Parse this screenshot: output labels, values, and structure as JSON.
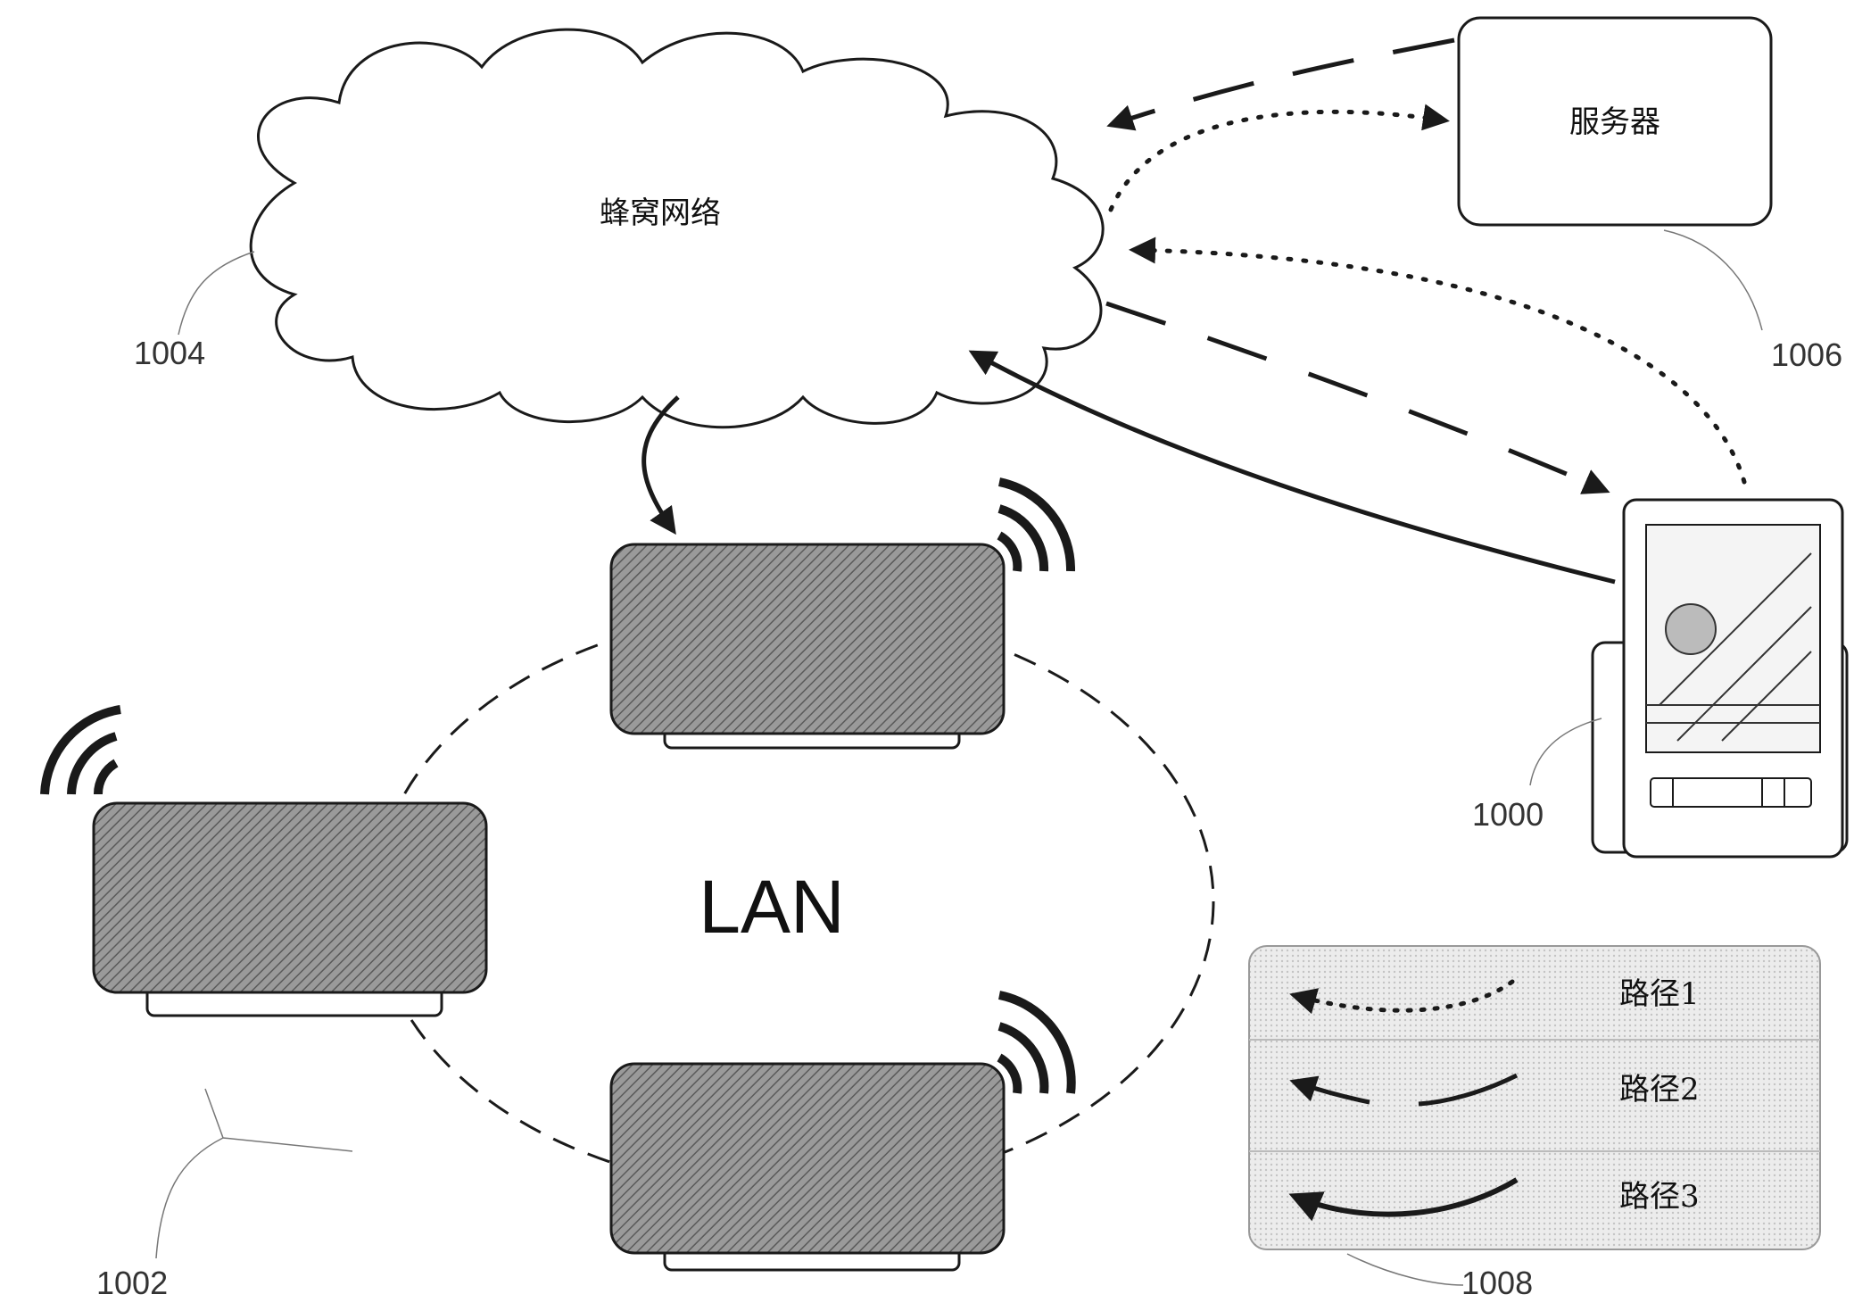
{
  "nodes": {
    "cellular_network": {
      "label": "蜂窝网络",
      "ref": "1004"
    },
    "server": {
      "label": "服务器",
      "ref": "1006"
    },
    "device": {
      "ref": "1000"
    },
    "lan": {
      "label": "LAN",
      "ref": "1002"
    }
  },
  "legend": {
    "ref": "1008",
    "items": [
      {
        "label": "路径1",
        "style": "dotted"
      },
      {
        "label": "路径2",
        "style": "dashed"
      },
      {
        "label": "路径3",
        "style": "solid"
      }
    ]
  },
  "colors": {
    "line": "#1a1a1a",
    "speaker_fill": "#8a8a8a",
    "legend_bg": "#e6e6e6"
  }
}
